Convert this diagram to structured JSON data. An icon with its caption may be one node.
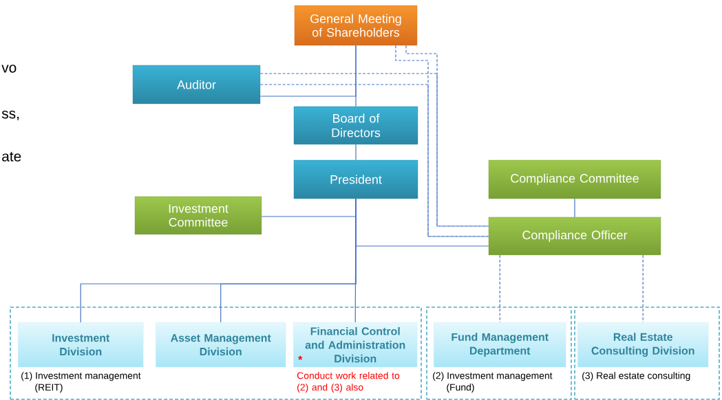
{
  "diagram": {
    "nodes": [
      {
        "text": [
          "General Meeting of Shareholders"
        ]
      },
      {
        "text": [
          "Auditor"
        ]
      },
      {
        "text": [
          "Board of Directors"
        ]
      },
      {
        "text": [
          "President"
        ]
      },
      {
        "text": [
          "Compliance Committee"
        ]
      },
      {
        "text": [
          "Investment Committee"
        ]
      },
      {
        "text": [
          "Compliance Officer"
        ]
      },
      {
        "text": [],
        "shape": "box"
      },
      {
        "text": [
          "Investment Division"
        ],
        "in": 7,
        "beside": [
          "(1) Investment management (REIT)"
        ]
      },
      {
        "text": [
          "Asset Management Division"
        ],
        "in": 7
      },
      {
        "text": [
          "*",
          "Financial Control and Administration Division"
        ],
        "in": 7,
        "beside": [
          "Conduct work related to (2) and (3) also"
        ]
      },
      {
        "text": [],
        "shape": "box"
      },
      {
        "text": [
          "Fund Management Department"
        ],
        "in": 11,
        "beside": [
          "(2) Investment management (Fund)"
        ]
      },
      {
        "text": [],
        "shape": "box"
      },
      {
        "text": [
          "Real Estate Consulting Division"
        ],
        "in": 13,
        "beside": [
          "(3) Real estate consulting"
        ]
      }
    ],
    "edges": [
      {
        "from": 0,
        "to": 2,
        "arrow": "none"
      },
      {
        "from": 1,
        "to": 0,
        "arrow": "none"
      },
      {
        "from": 0,
        "to": 6,
        "arrow": "none",
        "style": "dashed"
      },
      {
        "from": 0,
        "to": 6,
        "arrow": "none",
        "style": "dashed"
      },
      {
        "from": 1,
        "to": 6,
        "arrow": "none",
        "style": "dashed"
      },
      {
        "from": 1,
        "to": 6,
        "arrow": "none",
        "style": "dashed"
      },
      {
        "from": 2,
        "to": 3,
        "arrow": "none"
      },
      {
        "from": 3,
        "to": 5,
        "arrow": "none"
      },
      {
        "from": 3,
        "to": 6,
        "arrow": "none"
      },
      {
        "from": 4,
        "to": 6,
        "arrow": "none"
      },
      {
        "from": 3,
        "to": 8,
        "arrow": "none"
      },
      {
        "from": 3,
        "to": 9,
        "arrow": "none"
      },
      {
        "from": 3,
        "to": 10,
        "arrow": "none"
      },
      {
        "from": 6,
        "to": 12,
        "arrow": "none",
        "style": "dashed"
      },
      {
        "from": 6,
        "to": 14,
        "arrow": "none",
        "style": "dashed"
      }
    ],
    "labels": [
      "vo",
      "ss,",
      "ate"
    ]
  }
}
